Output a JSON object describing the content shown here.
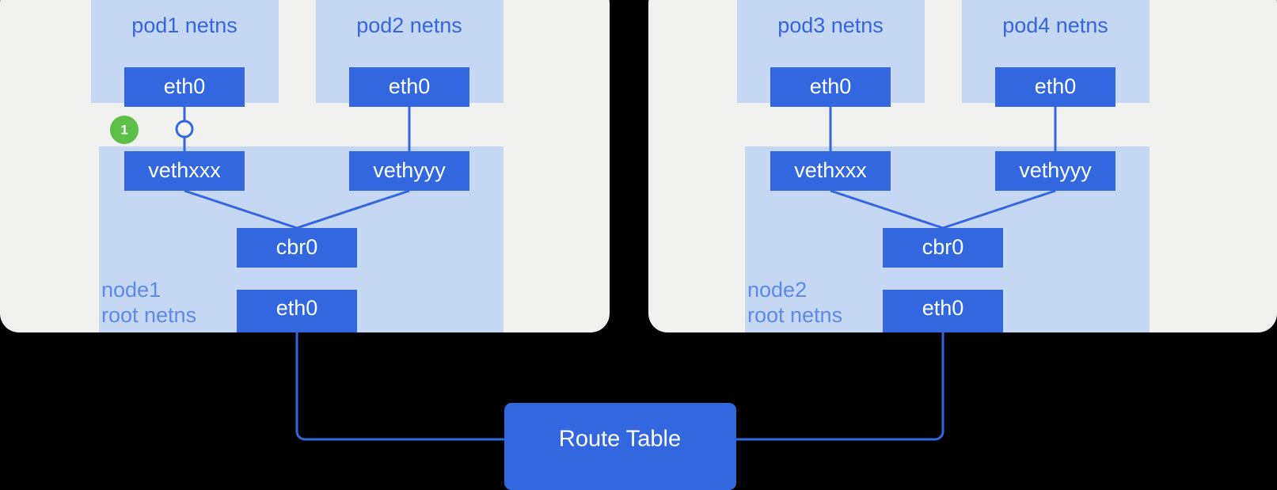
{
  "colors": {
    "page_background": "#000000",
    "node_card": "#F1F1F0",
    "namespace_band": "#C5D7F2",
    "device_box": "#3367E0",
    "device_text": "#FFFFFF",
    "namespace_title": "#3367E0",
    "node_label": "#5B8AEA",
    "link": "#3367E0",
    "badge": "#5CBF47",
    "marker_fill": "#F4F4F3"
  },
  "nodes": [
    {
      "id": "node1",
      "label_line1": "node1",
      "label_line2": "root netns",
      "pods": [
        {
          "title": "pod1 netns",
          "interface": "eth0"
        },
        {
          "title": "pod2 netns",
          "interface": "eth0"
        }
      ],
      "veths": [
        "vethxxx",
        "vethyyy"
      ],
      "bridge": "cbr0",
      "uplink": "eth0"
    },
    {
      "id": "node2",
      "label_line1": "node2",
      "label_line2": "root netns",
      "pods": [
        {
          "title": "pod3 netns",
          "interface": "eth0"
        },
        {
          "title": "pod4 netns",
          "interface": "eth0"
        }
      ],
      "veths": [
        "vethxxx",
        "vethyyy"
      ],
      "bridge": "cbr0",
      "uplink": "eth0"
    }
  ],
  "annotation": {
    "badge_number": "1"
  },
  "route_table": {
    "label": "Route Table"
  }
}
